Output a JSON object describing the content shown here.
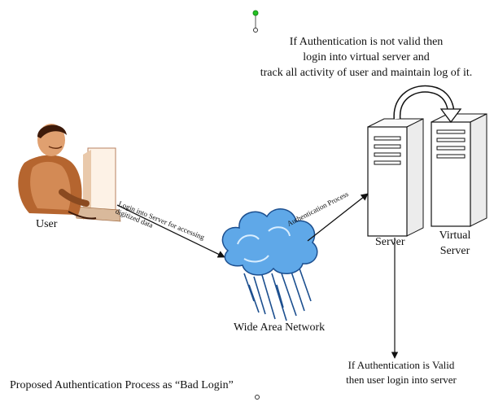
{
  "top_note": [
    "If Authentication is not valid then",
    "login into virtual server and",
    "track all activity of user and maintain log of it."
  ],
  "user_label": "User",
  "login_edge_label": [
    "Login into Server for accessing",
    "digitized data"
  ],
  "auth_edge_label": "Authentication Process",
  "server_label": "Server",
  "virtual_server_label": "Virtual Server",
  "network_label": "Wide Area Network",
  "valid_note": [
    "If Authentication is Valid",
    "then user login into server"
  ],
  "caption": "Proposed Authentication Process as “Bad Login”",
  "colors": {
    "cloud": "#5fa8e8",
    "cloud_dark": "#1c4f8f",
    "handle": "#22c322",
    "person": "#a0522d"
  }
}
